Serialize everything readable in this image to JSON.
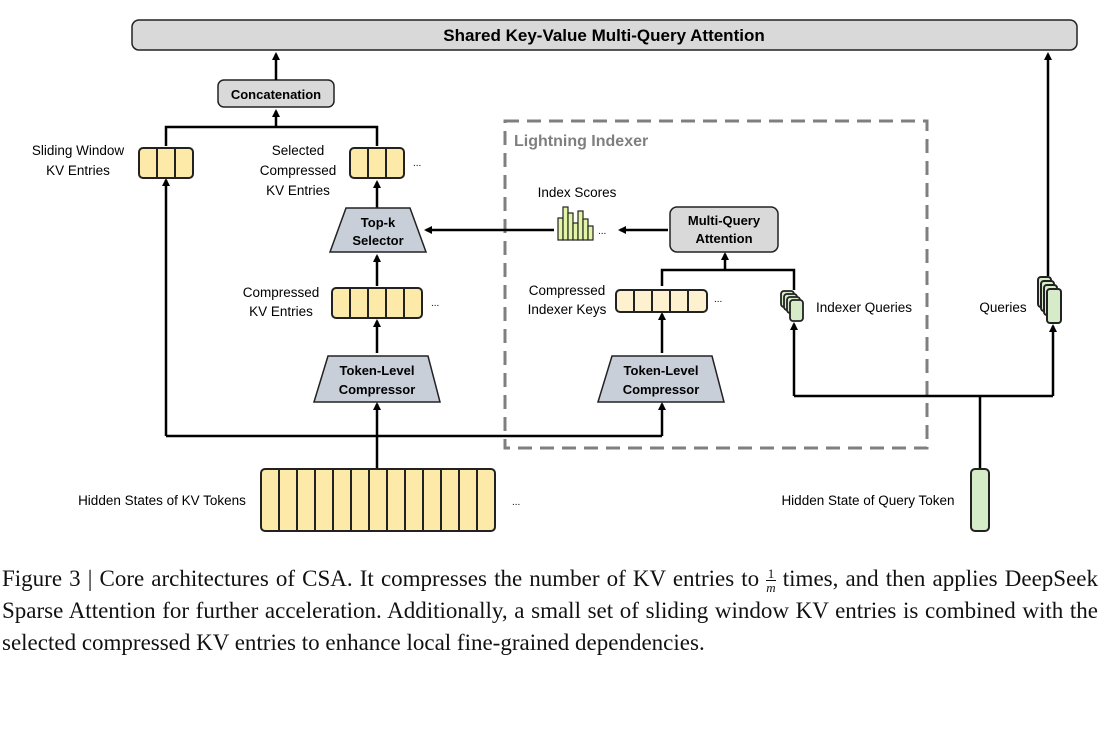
{
  "labels": {
    "shared_attention": "Shared Key-Value Multi-Query Attention",
    "concatenation": "Concatenation",
    "sliding_window_line1": "Sliding Window",
    "sliding_window_line2": "KV Entries",
    "selected_line1": "Selected",
    "selected_line2": "Compressed",
    "selected_line3": "KV Entries",
    "topk_line1": "Top-k",
    "topk_line2": "Selector",
    "compressed_kv_line1": "Compressed",
    "compressed_kv_line2": "KV Entries",
    "compressor_line1": "Token-Level",
    "compressor_line2": "Compressor",
    "hidden_states_kv": "Hidden States of KV Tokens",
    "lightning_indexer": "Lightning Indexer",
    "index_scores": "Index Scores",
    "mqa_line1": "Multi-Query",
    "mqa_line2": "Attention",
    "indexer_keys_line1": "Compressed",
    "indexer_keys_line2": "Indexer Keys",
    "indexer_queries": "Indexer Queries",
    "queries": "Queries",
    "hidden_state_query": "Hidden State of Query Token",
    "ellipsis": "..."
  },
  "caption": {
    "part1": "Figure 3 | Core architectures of CSA. It compresses the number of KV entries to ",
    "frac_num": "1",
    "frac_den": "m",
    "part2": " times, and then applies DeepSeek Sparse Attention for further acceleration. Additionally, a small set of sliding window KV entries is combined with the selected compressed KV entries to enhance local fine-grained dependencies."
  },
  "colors": {
    "kv_fill": "#fde9a8",
    "kv_stroke": "#222222",
    "indexer_key_fill": "#fdf1d0",
    "query_fill": "#d6ebc8",
    "box_fill": "#d9d9d9",
    "trap_fill": "#c8cfd9",
    "score_fill": "#e3f5a6",
    "dashed": "#7f7f7f"
  }
}
